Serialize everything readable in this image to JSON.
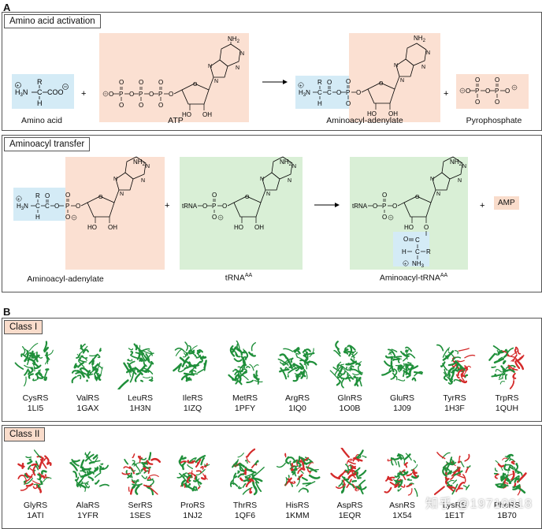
{
  "panel_a": {
    "letter": "A",
    "activation": {
      "title": "Amino acid activation",
      "labels": {
        "amino_acid": "Amino acid",
        "atp": "ATP",
        "aminoacyl_adenylate": "Aminoacyl-adenylate",
        "pyrophosphate": "Pyrophosphate"
      }
    },
    "transfer": {
      "title": "Aminoacyl transfer",
      "labels": {
        "aminoacyl_adenylate": "Aminoacyl-adenylate",
        "trna": "tRNA",
        "trna_sup": "AA",
        "aminoacyl_trna": "Aminoacyl-tRNA",
        "aminoacyl_trna_sup": "AA",
        "amp": "AMP"
      }
    },
    "chem": {
      "nh2": "NH2",
      "n": "N",
      "h3n": "H3N",
      "r": "R",
      "h": "H",
      "c": "C",
      "coo": "COO",
      "o": "O",
      "p": "P",
      "oh": "OH",
      "trna_prefix": "tRNA",
      "plus": "+",
      "minus": "−",
      "plus_charge": "+",
      "nh3": "NH3"
    }
  },
  "panel_b": {
    "letter": "B",
    "class_i": {
      "title": "Class I",
      "enzymes": [
        {
          "name": "CysRS",
          "pdb": "1LI5"
        },
        {
          "name": "ValRS",
          "pdb": "1GAX"
        },
        {
          "name": "LeuRS",
          "pdb": "1H3N"
        },
        {
          "name": "IleRS",
          "pdb": "1IZQ"
        },
        {
          "name": "MetRS",
          "pdb": "1PFY"
        },
        {
          "name": "ArgRS",
          "pdb": "1IQ0"
        },
        {
          "name": "GlnRS",
          "pdb": "1O0B"
        },
        {
          "name": "GluRS",
          "pdb": "1J09"
        },
        {
          "name": "TyrRS",
          "pdb": "1H3F"
        },
        {
          "name": "TrpRS",
          "pdb": "1QUH"
        }
      ]
    },
    "class_ii": {
      "title": "Class II",
      "enzymes": [
        {
          "name": "GlyRS",
          "pdb": "1ATI"
        },
        {
          "name": "AlaRS",
          "pdb": "1YFR"
        },
        {
          "name": "SerRS",
          "pdb": "1SES"
        },
        {
          "name": "ProRS",
          "pdb": "1NJ2"
        },
        {
          "name": "ThrRS",
          "pdb": "1QF6"
        },
        {
          "name": "HisRS",
          "pdb": "1KMM"
        },
        {
          "name": "AspRS",
          "pdb": "1EQR"
        },
        {
          "name": "AsnRS",
          "pdb": "1X54"
        },
        {
          "name": "LysRS",
          "pdb": "1E1T"
        },
        {
          "name": "PheRS",
          "pdb": "1B70"
        }
      ]
    }
  },
  "watermark": "知乎 @19710918",
  "colors": {
    "blue_box": "#d4ebf6",
    "peach_box": "#fbe0d2",
    "green_box": "#d9efd6",
    "protein_green": "#1f8f3a",
    "protein_red": "#d42a2a"
  }
}
